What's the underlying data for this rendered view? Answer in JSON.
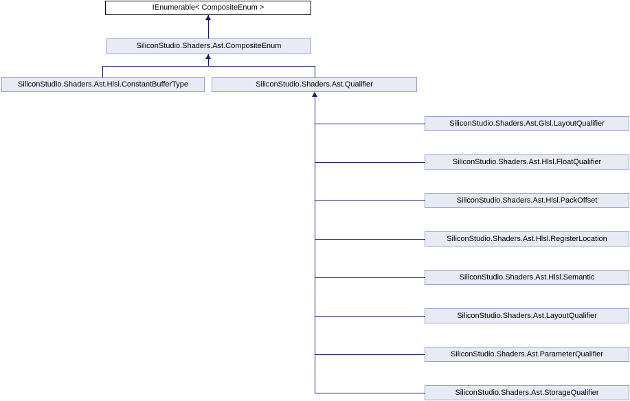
{
  "diagram": {
    "nodes": {
      "root": "IEnumerable< CompositeEnum >",
      "composite_enum": "SiliconStudio.Shaders.Ast.CompositeEnum",
      "constant_buffer_type": "SiliconStudio.Shaders.Ast.Hlsl.ConstantBufferType",
      "qualifier": "SiliconStudio.Shaders.Ast.Qualifier"
    },
    "qualifier_children": [
      {
        "label": "SiliconStudio.Shaders.Ast.Glsl.LayoutQualifier"
      },
      {
        "label": "SiliconStudio.Shaders.Ast.Hlsl.FloatQualifier"
      },
      {
        "label": "SiliconStudio.Shaders.Ast.Hlsl.PackOffset"
      },
      {
        "label": "SiliconStudio.Shaders.Ast.Hlsl.RegisterLocation"
      },
      {
        "label": "SiliconStudio.Shaders.Ast.Hlsl.Semantic"
      },
      {
        "label": "SiliconStudio.Shaders.Ast.LayoutQualifier"
      },
      {
        "label": "SiliconStudio.Shaders.Ast.ParameterQualifier"
      },
      {
        "label": "SiliconStudio.Shaders.Ast.StorageQualifier"
      }
    ]
  },
  "colors": {
    "edge": "#191970",
    "node_fill": "#e8eaf4",
    "node_border": "#97a0c8",
    "root_fill": "#ffffff",
    "root_border": "#000000",
    "text": "#000000",
    "background": "#ffffff"
  }
}
